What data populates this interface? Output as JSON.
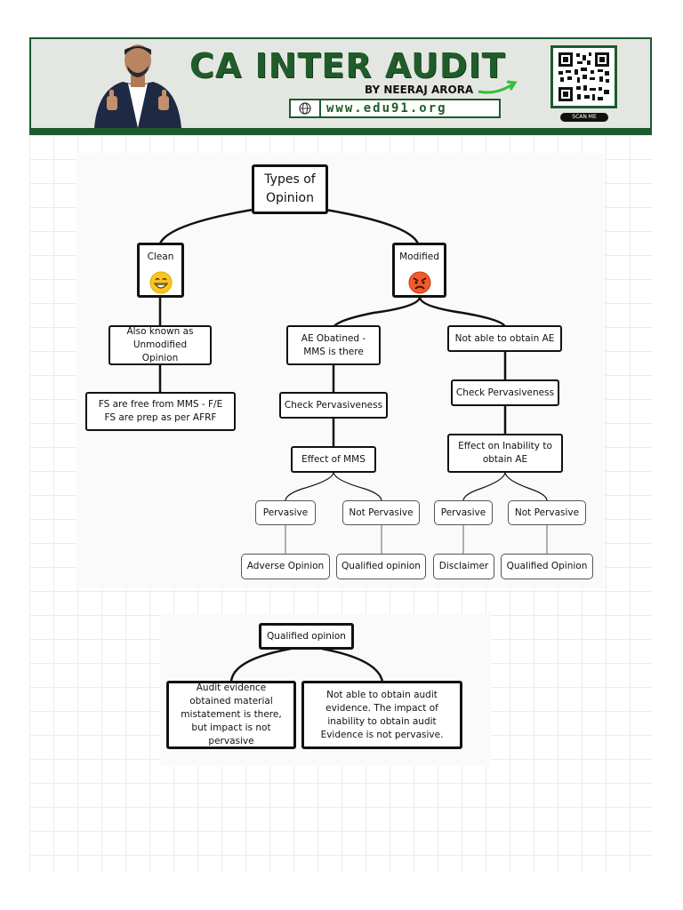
{
  "banner": {
    "title": "CA INTER AUDIT",
    "byline": "BY NEERAJ ARORA",
    "website": "www.edu91.org",
    "scan_label": "SCAN ME",
    "brand_color": "#1d5a2e"
  },
  "diagram": {
    "root": "Types of Opinion",
    "clean": {
      "label": "Clean",
      "icon": "grinning-face-emoji"
    },
    "modified": {
      "label": "Modified",
      "icon": "angry-face-emoji"
    },
    "also_known": "Also known as Unmodified Opinion",
    "fs_free": "FS are free from MMS - F/E FS are prep as per AFRF",
    "ae_obtained": "AE Obatined - MMS is there",
    "not_able": "Not able to obtain AE",
    "check_pervasiveness_left": "Check Pervasiveness",
    "check_pervasiveness_right": "Check Pervasiveness",
    "effect_mms": "Effect of MMS",
    "effect_inability": "Effect on Inability to obtain AE",
    "left_pervasive": "Pervasive",
    "left_not_pervasive": "Not Pervasive",
    "right_pervasive": "Pervasive",
    "right_not_pervasive": "Not Pervasive",
    "adverse": "Adverse Opinion",
    "qualified_left": "Qualified opinion",
    "disclaimer": "Disclaimer",
    "qualified_right": "Qualified Opinion"
  },
  "qualified_diagram": {
    "root": "Qualified opinion",
    "left": "Audit evidence obtained material mistatement is there, but impact is not pervasive",
    "right": "Not able to obtain audit evidence. The impact of inability to obtain audit Evidence is not pervasive."
  }
}
